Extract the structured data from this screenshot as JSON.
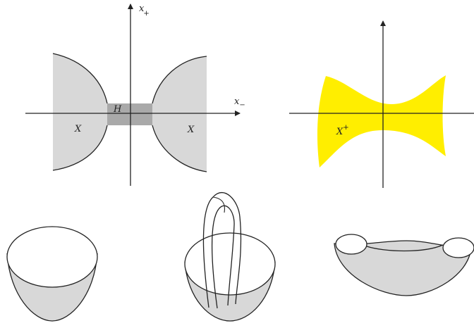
{
  "colors": {
    "region_light": "#d8d8d8",
    "region_dark": "#a9a9a9",
    "region_yellow": "#ffee00",
    "stroke": "#222222",
    "background": "#ffffff"
  },
  "left_diagram": {
    "axis_x_label": "x",
    "axis_x_sub": "−",
    "axis_y_label": "x",
    "axis_y_sub": "+",
    "region_center_label": "H",
    "region_left_label": "X",
    "region_right_label": "X"
  },
  "right_diagram": {
    "region_label": "X",
    "region_sup": "+"
  },
  "surfaces": [
    {
      "name": "bowl"
    },
    {
      "name": "bowl-with-handle"
    },
    {
      "name": "arched-tube"
    }
  ]
}
